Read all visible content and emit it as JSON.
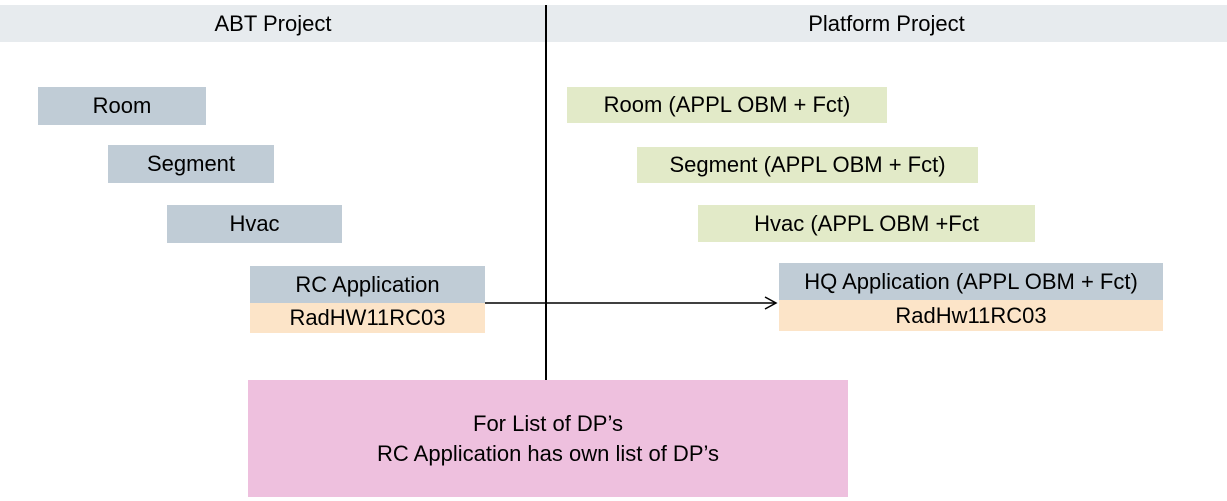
{
  "header": {
    "left_title": "ABT Project",
    "right_title": "Platform Project"
  },
  "abt_column": {
    "room": "Room",
    "segment": "Segment",
    "hvac": "Hvac",
    "rc_application": "RC Application",
    "rc_version": "RadHW11RC03"
  },
  "platform_column": {
    "room": "Room (APPL OBM + Fct)",
    "segment": "Segment (APPL OBM + Fct)",
    "hvac": "Hvac (APPL OBM +Fct",
    "hq_application": "HQ Application (APPL OBM + Fct)",
    "hq_version": "RadHw11RC03"
  },
  "note": {
    "line1": "For List of DP’s",
    "line2": "RC Application has own list of DP’s"
  },
  "colors": {
    "header_bg": "#e7ebee",
    "box_blue_gray": "#c0ccd6",
    "box_green": "#e2eac8",
    "box_peach": "#fce4c8",
    "note_pink": "#eec0de",
    "line_black": "#000000"
  }
}
